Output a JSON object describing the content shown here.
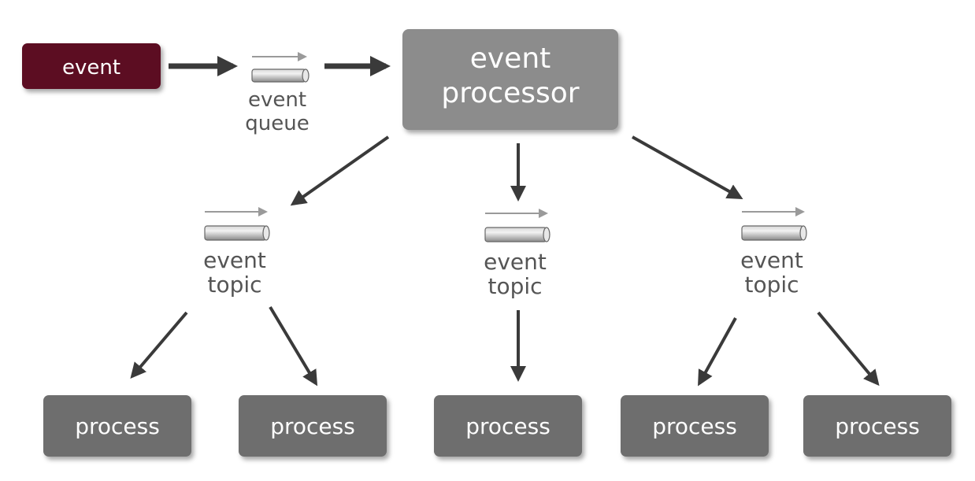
{
  "event_box": {
    "label": "event",
    "color": "#5c0f22"
  },
  "event_queue": {
    "line1": "event",
    "line2": "queue"
  },
  "event_processor": {
    "line1": "event",
    "line2": "processor",
    "color": "#8c8c8c"
  },
  "topics": [
    {
      "line1": "event",
      "line2": "topic"
    },
    {
      "line1": "event",
      "line2": "topic"
    },
    {
      "line1": "event",
      "line2": "topic"
    }
  ],
  "processes": [
    {
      "label": "process"
    },
    {
      "label": "process"
    },
    {
      "label": "process"
    },
    {
      "label": "process"
    },
    {
      "label": "process"
    }
  ],
  "colors": {
    "process_box": "#6e6e6e",
    "arrow": "#3a3a3a",
    "label_text": "#555555",
    "channel_arrow": "#9a9a9a"
  }
}
